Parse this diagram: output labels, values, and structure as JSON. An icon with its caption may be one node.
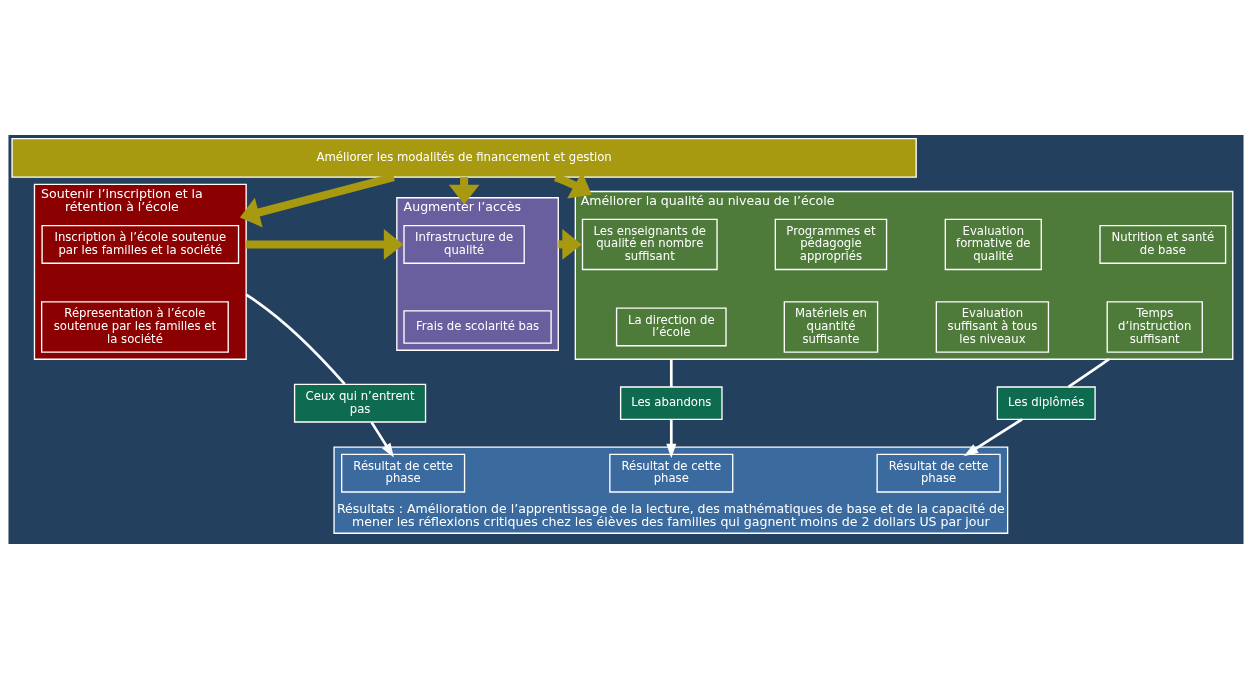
{
  "diagram": {
    "nodes": [
      {
        "text": [
          "Améliorer les modalités de financement et gestion"
        ]
      },
      {
        "text": [
          "Soutenir l’inscription et la rétention à l’école"
        ]
      },
      {
        "text": [
          "Inscription à l’école soutenue par les familles et la société"
        ],
        "in": 1
      },
      {
        "text": [
          "Répresentation à l’école soutenue par les familles et la société"
        ],
        "in": 1
      },
      {
        "text": [
          "Augmenter l’accès"
        ]
      },
      {
        "text": [
          "Infrastructure de qualité"
        ],
        "in": 4
      },
      {
        "text": [
          "Frais de scolarité bas"
        ],
        "in": 4
      },
      {
        "text": [
          "Améliorer la qualité au niveau de l’école"
        ]
      },
      {
        "text": [
          "Les enseignants de qualité en nombre suffisant"
        ],
        "in": 7
      },
      {
        "text": [
          "Programmes et pédagogie appropriés"
        ],
        "in": 7
      },
      {
        "text": [
          "Evaluation formative de qualité"
        ],
        "in": 7
      },
      {
        "text": [
          "Nutrition et santé de base"
        ],
        "in": 7
      },
      {
        "text": [
          "La direction de l’école"
        ],
        "in": 7
      },
      {
        "text": [
          "Matériels en quantité suffisante"
        ],
        "in": 7
      },
      {
        "text": [
          "Evaluation suffisant à tous les niveaux"
        ],
        "in": 7
      },
      {
        "text": [
          "Temps d’instruction suffisant"
        ],
        "in": 7
      },
      {
        "text": [
          "Ceux qui n’entrent pas"
        ]
      },
      {
        "text": [
          "Les abandons"
        ]
      },
      {
        "text": [
          "Les diplômés"
        ]
      },
      {
        "text": [
          "Résultats : Amélioration de l’apprentissage de la lecture, des mathématiques de base et de la capacité de mener les réflexions critiques chez les élèves des familles qui gagnent moins de 2 dollars US par jour"
        ]
      },
      {
        "text": [
          "Résultat de cette phase"
        ],
        "in": 19
      },
      {
        "text": [
          "Résultat de cette phase"
        ],
        "in": 19
      },
      {
        "text": [
          "Résultat de cette phase"
        ],
        "in": 19
      }
    ],
    "edges": [
      {
        "from": 0,
        "to": 1,
        "arrow": "to",
        "style": "thick",
        "color": "#a89a10"
      },
      {
        "from": 0,
        "to": 4,
        "arrow": "to",
        "style": "thick",
        "color": "#a89a10"
      },
      {
        "from": 0,
        "to": 7,
        "arrow": "to",
        "style": "thick",
        "color": "#a89a10"
      },
      {
        "from": 1,
        "to": 4,
        "arrow": "to",
        "style": "thick",
        "color": "#a89a10"
      },
      {
        "from": 4,
        "to": 7,
        "arrow": "to",
        "style": "thick",
        "color": "#a89a10"
      },
      {
        "from": 1,
        "to": 16,
        "arrow": "none"
      },
      {
        "from": 7,
        "to": 17,
        "arrow": "none"
      },
      {
        "from": 7,
        "to": 18,
        "arrow": "none"
      },
      {
        "from": 16,
        "to": 20,
        "arrow": "to"
      },
      {
        "from": 17,
        "to": 21,
        "arrow": "to"
      },
      {
        "from": 18,
        "to": 22,
        "arrow": "to"
      }
    ]
  }
}
